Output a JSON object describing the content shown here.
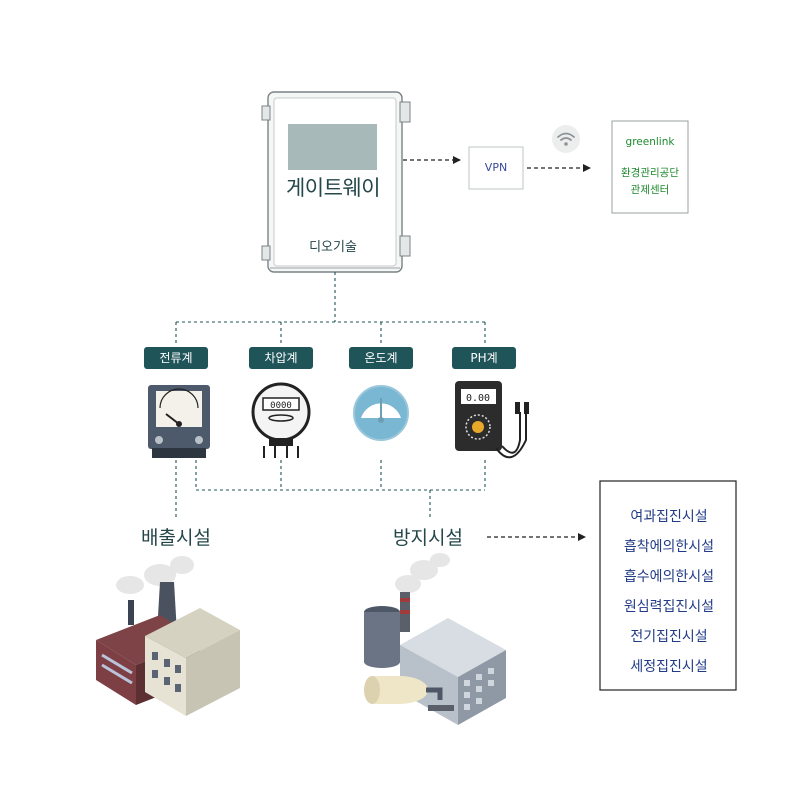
{
  "gateway": {
    "title": "게이트웨이",
    "maker": "디오기술"
  },
  "vpn": {
    "label": "VPN"
  },
  "greenlink": {
    "name": "greenlink",
    "org_lines": [
      "환경관리공단",
      "관제센터"
    ]
  },
  "meters": [
    {
      "label": "전류계",
      "icon": "ammeter-icon"
    },
    {
      "label": "차압계",
      "icon": "differential-pressure-meter-icon"
    },
    {
      "label": "온도계",
      "icon": "thermometer-gauge-icon"
    },
    {
      "label": "PH계",
      "icon": "ph-meter-icon"
    }
  ],
  "facilities": {
    "emission": "배출시설",
    "prevention": "방지시설"
  },
  "prevention_types": [
    "여과집진시설",
    "흡착에의한시설",
    "흡수에의한시설",
    "원심력집진시설",
    "전기집진시설",
    "세정집진시설"
  ],
  "colors": {
    "badge": "#1f5458",
    "title": "#25474a",
    "green": "#1e8a2e",
    "list_text": "#223b86",
    "line": "#1f5458"
  },
  "ph_display": "0.00",
  "pressure_display": "0000"
}
